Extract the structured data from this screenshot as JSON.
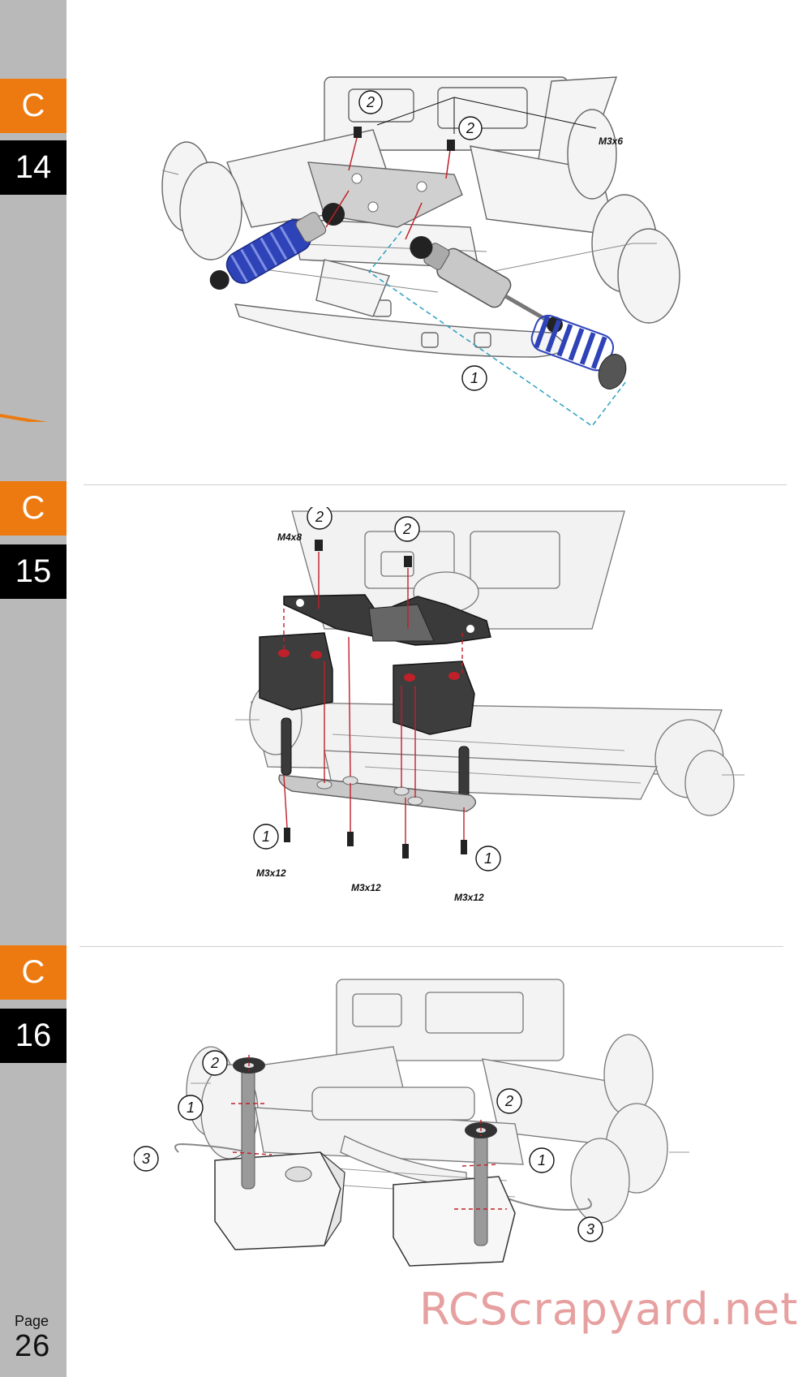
{
  "sidebar": {
    "steps": [
      {
        "section": "C",
        "number": "14"
      },
      {
        "section": "C",
        "number": "15"
      },
      {
        "section": "C",
        "number": "16"
      }
    ],
    "page_label": "Page",
    "page_number": "26",
    "colors": {
      "sidebar": "#b9b9b9",
      "section_tag": "#ec7a10",
      "step_tag": "#000000"
    }
  },
  "step14": {
    "callouts": [
      "2",
      "2",
      "1"
    ],
    "screw_label": "M3x6",
    "spring_color": "#2e43b8"
  },
  "step15": {
    "callouts": [
      "2",
      "2",
      "1",
      "1"
    ],
    "labels": {
      "top_screw": "M4x8",
      "left_screw": "M3x12",
      "middle_screw": "M3x12",
      "right_screw": "M3x12"
    }
  },
  "step16": {
    "callouts": [
      "2",
      "1",
      "3",
      "2",
      "1",
      "3"
    ]
  },
  "watermark": "RCScrapyard.net"
}
